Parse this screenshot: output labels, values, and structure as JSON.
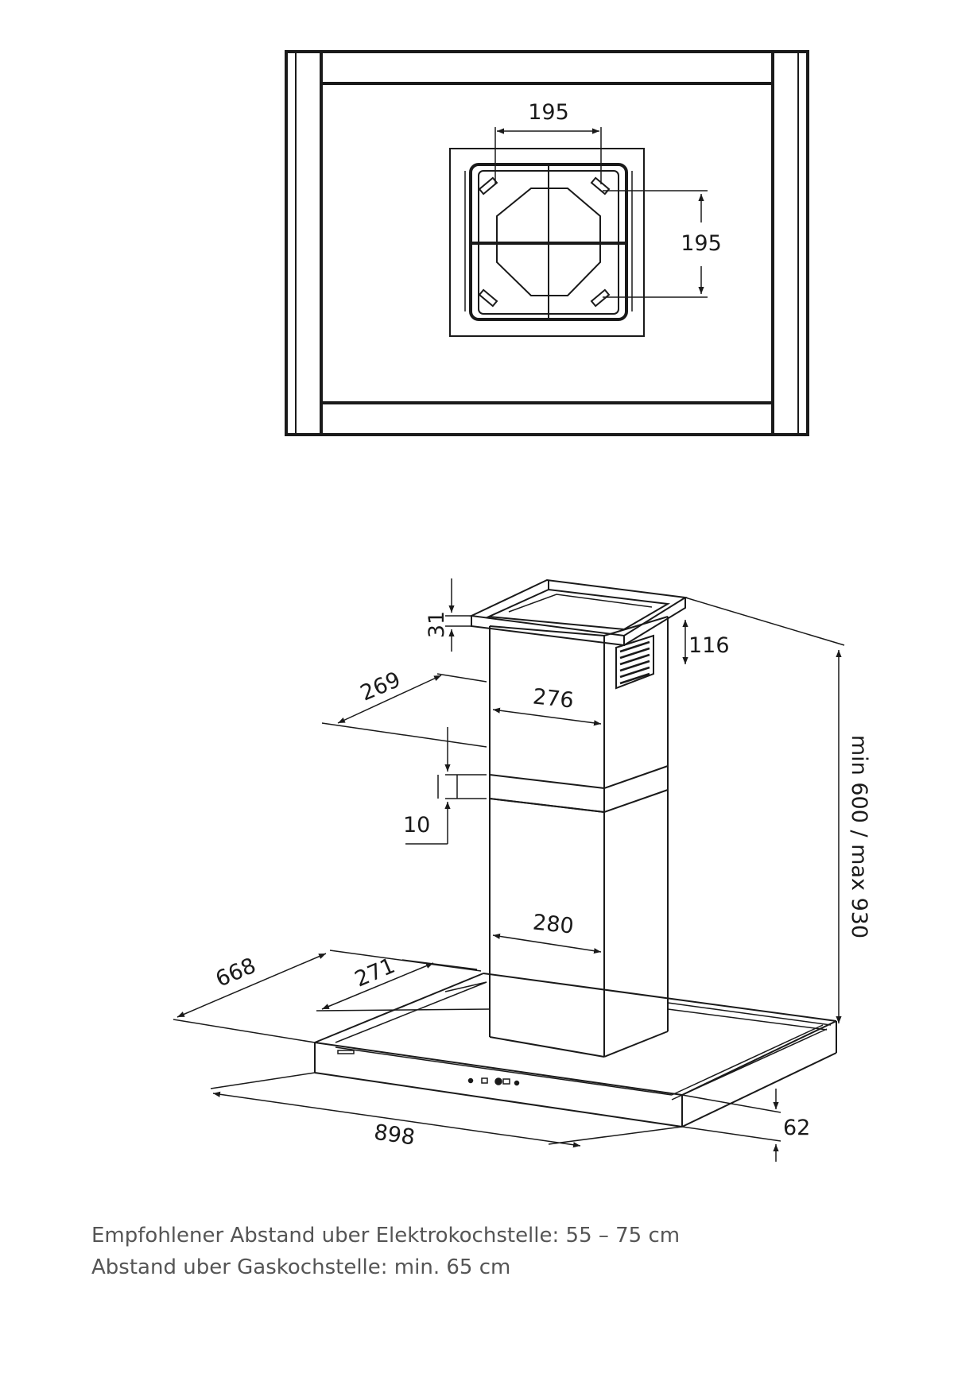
{
  "top_view": {
    "dim_width": "195",
    "dim_height": "195"
  },
  "front_view": {
    "dim_31": "31",
    "dim_116": "116",
    "dim_269": "269",
    "dim_276": "276",
    "dim_10": "10",
    "dim_280": "280",
    "dim_668": "668",
    "dim_271": "271",
    "dim_898": "898",
    "dim_62": "62",
    "dim_height_range": "min 600 / max 930"
  },
  "notes": {
    "line1": "Empfohlener Abstand uber Elektrokochstelle: 55 – 75 cm",
    "line2": "Abstand uber Gaskochstelle: min. 65 cm"
  },
  "colors": {
    "line": "#1a1a1a",
    "note_text": "#555555"
  }
}
